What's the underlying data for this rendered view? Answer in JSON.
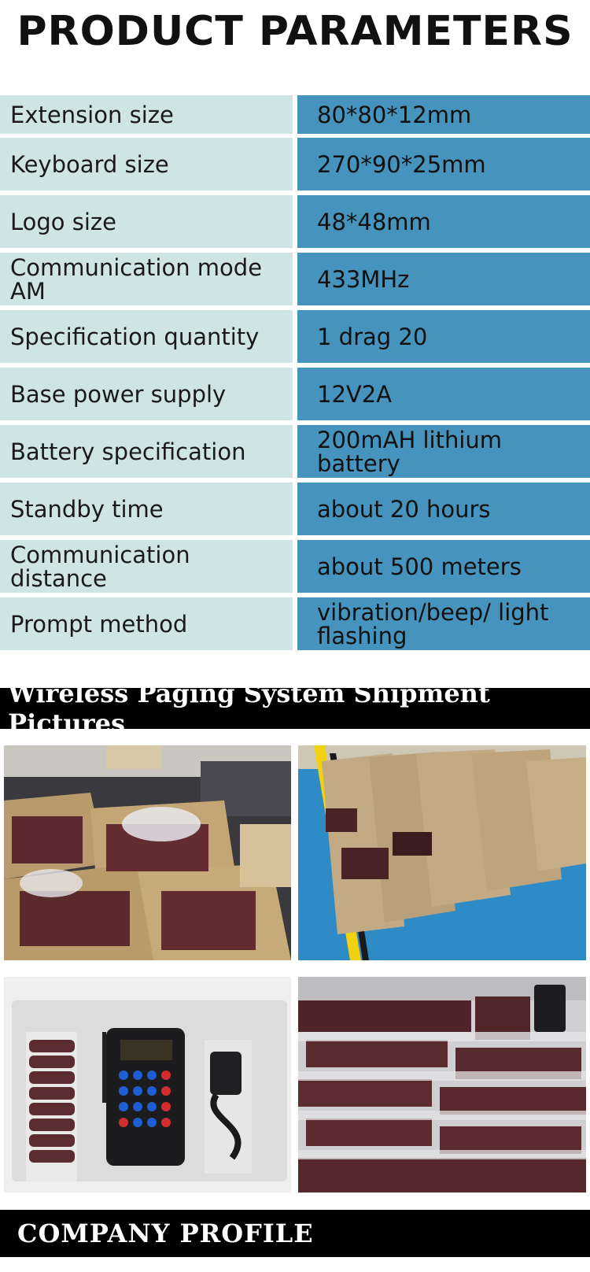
{
  "title": "PRODUCT PARAMETERS",
  "parameters": [
    {
      "label": "Extension size",
      "value": "80*80*12mm"
    },
    {
      "label": "Keyboard size",
      "value": "270*90*25mm"
    },
    {
      "label": "Logo size",
      "value": "48*48mm"
    },
    {
      "label": "Communication mode AM",
      "value": "433MHz"
    },
    {
      "label": "Specification quantity",
      "value": "1 drag 20"
    },
    {
      "label": "Base power supply",
      "value": "12V2A"
    },
    {
      "label": "Battery specification",
      "value": "200mAH lithium battery"
    },
    {
      "label": "Standby time",
      "value": "about 20 hours"
    },
    {
      "label": "Communication distance",
      "value": "about 500 meters"
    },
    {
      "label": "Prompt method",
      "value": "vibration/beep/ light flashing"
    }
  ],
  "shipment_section": {
    "heading": "Wireless Paging System Shipment Pictures"
  },
  "company_section": {
    "heading": "COMPANY PROFILE"
  },
  "colors": {
    "label_bg": "#cfe5e3",
    "value_bg": "#4694bd",
    "banner_bg": "#000000"
  }
}
